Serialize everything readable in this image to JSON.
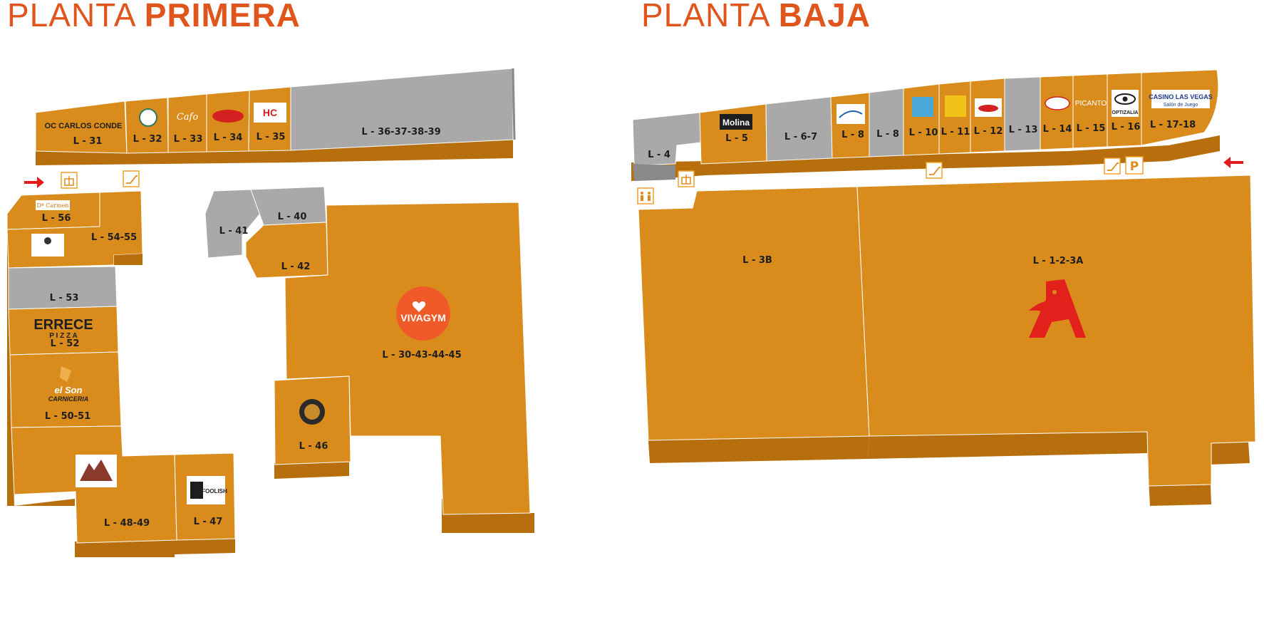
{
  "floors": {
    "primera": {
      "title_light": "PLANTA ",
      "title_bold": "PRIMERA"
    },
    "baja": {
      "title_light": "PLANTA ",
      "title_bold": "BAJA"
    }
  },
  "colors": {
    "store_top": "#d98c1c",
    "store_side": "#b76f0e",
    "vacant_top": "#a9a9a9",
    "vacant_side": "#8a8a8a",
    "accent": "#e0551c",
    "amenity": "#f0a02a",
    "arrow": "#e21b1b",
    "gym": "#f05a28",
    "auchan": "#e2201c"
  },
  "primera_units": {
    "l31": "L - 31",
    "l32": "L - 32",
    "l33": "L - 33",
    "l34": "L - 34",
    "l35": "L - 35",
    "l36": "L - 36-37-38-39",
    "l40": "L - 40",
    "l41": "L - 41",
    "l42": "L - 42",
    "l30": "L - 30-43-44-45",
    "l46": "L - 46",
    "l47": "L - 47",
    "l48": "L - 48-49",
    "l50": "L - 50-51",
    "l52": "L - 52",
    "l53": "L - 53",
    "l54": "L - 54-55",
    "l56": "L - 56"
  },
  "baja_units": {
    "l4": "L - 4",
    "l5": "L - 5",
    "l67": "L - 6-7",
    "l8a": "L - 8",
    "l8b": "L - 8",
    "l10": "L - 10",
    "l11": "L - 11",
    "l12": "L - 12",
    "l13": "L - 13",
    "l14": "L - 14",
    "l15": "L - 15",
    "l16": "L - 16",
    "l1718": "L - 17-18",
    "l3b": "L - 3B",
    "l123a": "L - 1-2-3A"
  },
  "brands": {
    "carlos_conde": "OC CARLOS CONDE",
    "errece_1": "ERRECE",
    "errece_2": "P I Z Z A",
    "elson_1": "el Son",
    "elson_2": "CARNICERIA",
    "vivagym": "VIVAGYM",
    "molina": "Molina",
    "picanto": "PICANTO",
    "optizalia": "OPTIZALIA",
    "casino_1": "CASINO LAS VEGAS",
    "casino_2": "Salón de Juego",
    "dcarmen": "Dª Carmen",
    "foolish": "FOOLISH"
  },
  "amenities": {
    "parking": "P"
  }
}
